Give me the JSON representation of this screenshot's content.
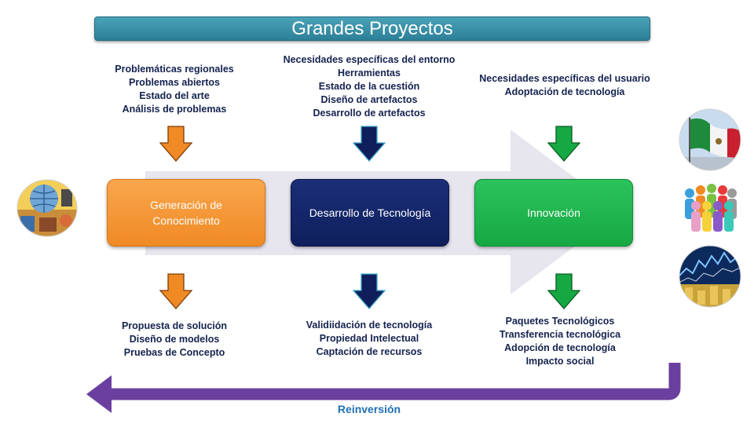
{
  "title": "Grandes Proyectos",
  "top_blocks": [
    {
      "lines": [
        "Problemáticas regionales",
        "Problemas abiertos",
        "Estado del arte",
        "Análisis de problemas"
      ]
    },
    {
      "lines": [
        "Necesidades específicas del entorno",
        "Herramientas",
        "Estado de la cuestión",
        "Diseño de artefactos",
        "Desarrollo de artefactos"
      ]
    },
    {
      "lines": [
        "Necesidades específicas del usuario",
        "Adoptación de tecnología"
      ]
    }
  ],
  "boxes": [
    {
      "label_1": "Generación de",
      "label_2": "Conocimiento"
    },
    {
      "label_1": "Desarrollo de Tecnología"
    },
    {
      "label_1": "Innovación"
    }
  ],
  "bottom_blocks": [
    {
      "lines": [
        "Propuesta de solución",
        "Diseño de modelos",
        "Pruebas de Concepto"
      ]
    },
    {
      "lines": [
        "Validiidación de tecnología",
        "Propiedad Intelectual",
        "Captación de recursos"
      ]
    },
    {
      "lines": [
        "Paquetes Tecnológicos",
        "Transferencia tecnológica",
        "Adopción de tecnología",
        "Impacto social"
      ]
    }
  ],
  "reinvestment_label": "Reinversión",
  "colors": {
    "title_bar": "#2c7f97",
    "orange": "#f08a24",
    "navy": "#0f1f5c",
    "green": "#16a843",
    "purple_arrow": "#6b3fa0",
    "text": "#14224f"
  },
  "images": {
    "left": "globe-collage-icon",
    "right_1": "mexico-flag-icon",
    "right_2": "people-group-icon",
    "right_3": "financial-chart-icon"
  }
}
